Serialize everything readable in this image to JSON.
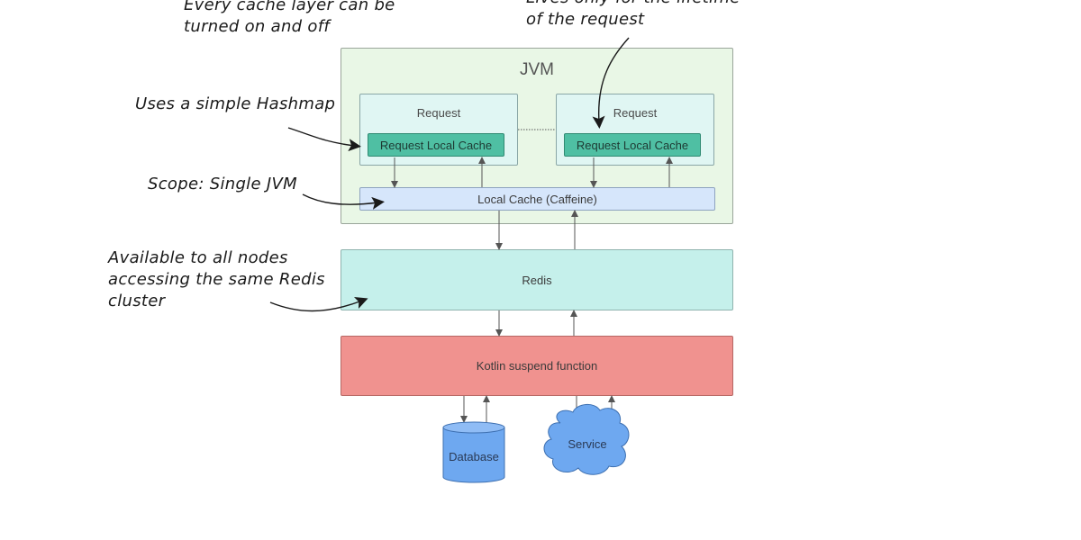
{
  "diagram": {
    "jvm_title": "JVM",
    "request_left": {
      "label": "Request",
      "cache_label": "Request Local Cache"
    },
    "request_right": {
      "label": "Request",
      "cache_label": "Request Local Cache"
    },
    "local_cache_label": "Local Cache (Caffeine)",
    "redis_label": "Redis",
    "kotlin_label": "Kotlin suspend function",
    "database_label": "Database",
    "service_label": "Service"
  },
  "annotations": {
    "top_left_line1": "Every cache layer can be",
    "top_left_line2": "turned on and off",
    "top_right_line1": "Lives only for the lifetime",
    "top_right_line2": "of the request",
    "hashmap": "Uses a simple Hashmap",
    "scope": "Scope: Single JVM",
    "redis_line1": "Available to all nodes",
    "redis_line2": "accessing the same Redis",
    "redis_line3": "cluster"
  },
  "colors": {
    "jvm_fill": "#e9f7e6",
    "request_fill": "#e0f6f3",
    "request_cache_fill": "#4fbfa3",
    "local_cache_fill": "#d6e6fb",
    "redis_fill": "#c5f0eb",
    "kotlin_fill": "#f0928f",
    "database_fill": "#6ea8f0",
    "service_fill": "#6ea8f0"
  }
}
